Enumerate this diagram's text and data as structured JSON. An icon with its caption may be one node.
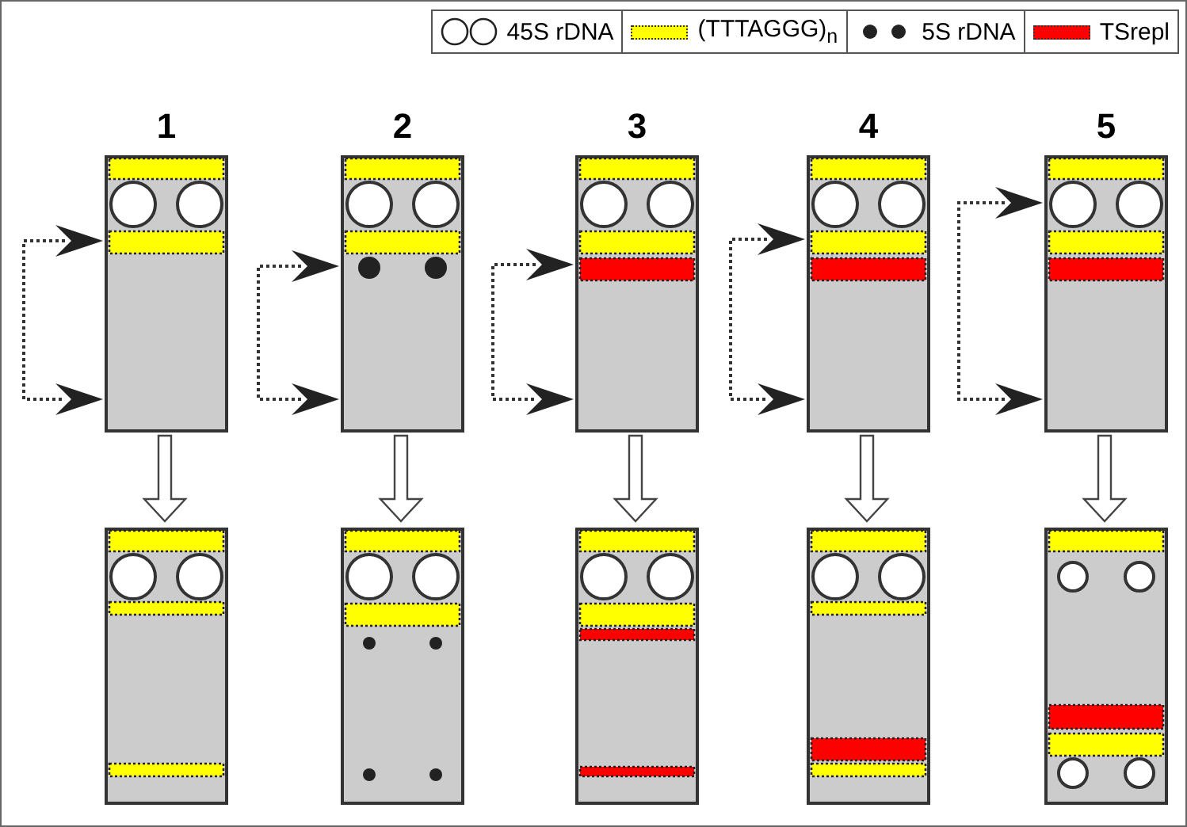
{
  "diagram": {
    "nodes": [
      {
        "text": [
          "1"
        ]
      },
      {
        "text": [
          "2"
        ]
      },
      {
        "text": [
          "3"
        ]
      },
      {
        "text": [
          "4"
        ]
      },
      {
        "text": [
          "5"
        ]
      },
      {
        "text": [],
        "shape": "bar"
      },
      {
        "text": [],
        "shape": "bar"
      },
      {
        "text": [],
        "shape": "bar"
      },
      {
        "text": [],
        "shape": "bar"
      },
      {
        "text": [],
        "shape": "bar"
      }
    ],
    "edges": [
      {
        "from": 0,
        "to": 5,
        "arrow": "to"
      },
      {
        "from": 1,
        "to": 6,
        "arrow": "to"
      },
      {
        "from": 2,
        "to": 7,
        "arrow": "to"
      },
      {
        "from": 3,
        "to": 8,
        "arrow": "to"
      },
      {
        "from": 4,
        "to": 9,
        "arrow": "to"
      }
    ],
    "legend": [
      {
        "text": "45S rDNA"
      },
      {
        "text": "(TTTAGGG)$_{n}$",
        "color": "#ffff00"
      },
      {
        "text": "5S rDNA"
      },
      {
        "text": "TSrepl",
        "color": "#ff0000"
      }
    ]
  }
}
